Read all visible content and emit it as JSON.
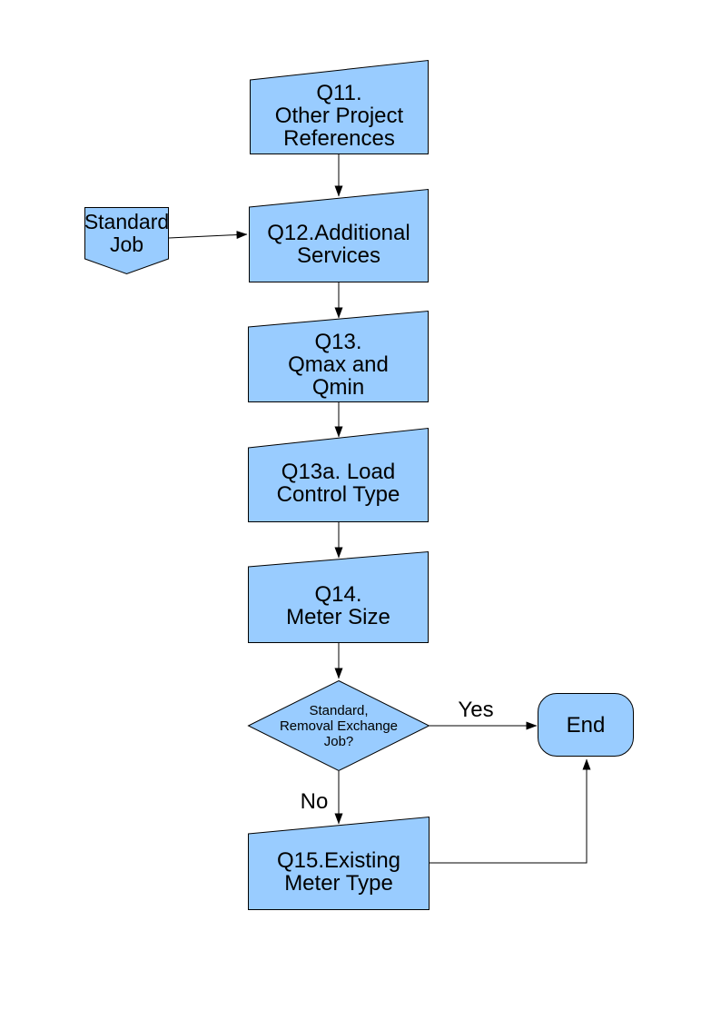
{
  "colors": {
    "page_bg": "#ffffff",
    "shape_fill": "#99ccff",
    "shape_border": "#000000",
    "connector": "#000000",
    "text": "#000000"
  },
  "nodes": {
    "q11": {
      "shape": "manual-input",
      "lines": [
        "Q11.",
        "Other Project",
        "References"
      ]
    },
    "standard_job": {
      "shape": "off-page-connector",
      "lines": [
        "Standard",
        "Job"
      ]
    },
    "q12": {
      "shape": "manual-input",
      "lines": [
        "Q12.Additional",
        "Services"
      ]
    },
    "q13": {
      "shape": "manual-input",
      "lines": [
        "Q13.",
        "Qmax and",
        "Qmin"
      ]
    },
    "q13a": {
      "shape": "manual-input",
      "lines": [
        "Q13a. Load",
        "Control Type"
      ]
    },
    "q14": {
      "shape": "manual-input",
      "lines": [
        "Q14.",
        "Meter Size"
      ]
    },
    "decision": {
      "shape": "decision-diamond",
      "lines": [
        "Standard,",
        "Removal Exchange",
        "Job?"
      ]
    },
    "end": {
      "shape": "terminator",
      "lines": [
        "End"
      ]
    },
    "q15": {
      "shape": "manual-input",
      "lines": [
        "Q15.Existing",
        "Meter Type"
      ]
    }
  },
  "edge_labels": {
    "yes": "Yes",
    "no": "No"
  },
  "edges": [
    {
      "from": "q11",
      "to": "q12",
      "label": ""
    },
    {
      "from": "standard_job",
      "to": "q12",
      "label": ""
    },
    {
      "from": "q12",
      "to": "q13",
      "label": ""
    },
    {
      "from": "q13",
      "to": "q13a",
      "label": ""
    },
    {
      "from": "q13a",
      "to": "q14",
      "label": ""
    },
    {
      "from": "q14",
      "to": "decision",
      "label": ""
    },
    {
      "from": "decision",
      "to": "end",
      "label": "Yes"
    },
    {
      "from": "decision",
      "to": "q15",
      "label": "No"
    },
    {
      "from": "q15",
      "to": "end",
      "label": ""
    }
  ]
}
